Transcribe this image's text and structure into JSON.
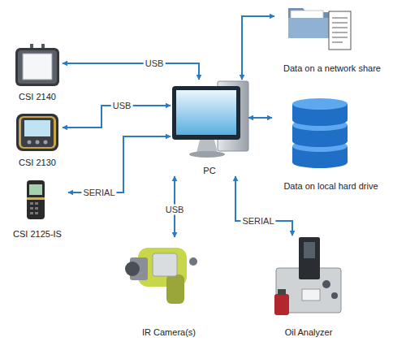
{
  "diagram": {
    "nodes": [
      {
        "text": [
          "CSI 2140"
        ]
      },
      {
        "text": [
          "Data on a network share"
        ]
      },
      {
        "text": [
          "CSI 2130"
        ]
      },
      {
        "text": [
          "PC"
        ]
      },
      {
        "text": [
          "Data on local hard drive"
        ]
      },
      {
        "text": [
          "CSI 2125-IS"
        ]
      },
      {
        "text": [
          "IR Camera(s)"
        ]
      },
      {
        "text": [
          "Oil Analyzer"
        ]
      }
    ],
    "edges": [
      {
        "from": 3,
        "to": 0,
        "label": "USB",
        "arrow": "both"
      },
      {
        "from": 3,
        "to": 2,
        "label": "USB",
        "arrow": "both"
      },
      {
        "from": 3,
        "to": 5,
        "label": "SERIAL",
        "arrow": "both"
      },
      {
        "from": 3,
        "to": 6,
        "label": "USB",
        "arrow": "both"
      },
      {
        "from": 3,
        "to": 7,
        "label": "SERIAL",
        "arrow": "both"
      },
      {
        "from": 3,
        "to": 1,
        "arrow": "both"
      },
      {
        "from": 3,
        "to": 4,
        "arrow": "both"
      }
    ]
  }
}
